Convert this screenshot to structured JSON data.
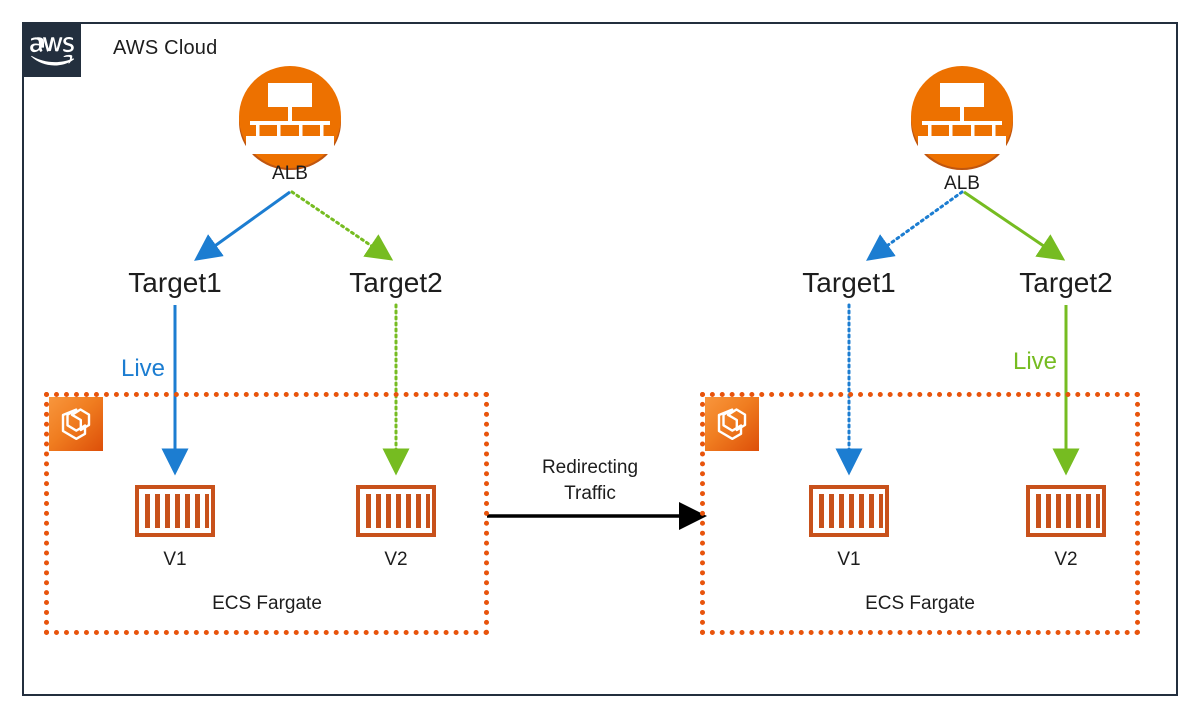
{
  "diagram": {
    "title": "AWS Cloud",
    "frame": {
      "logo_name": "aws-logo",
      "cloud_label": "AWS Cloud",
      "border_color": "#232F3E",
      "badge_color": "#232F3E"
    },
    "colors": {
      "blue": "#1C7DD1",
      "green": "#76BC21",
      "orange_dotted": "#E8540C",
      "container_orange": "#C8511B",
      "alb_orange": "#ED7100",
      "black": "#000000"
    },
    "transition": {
      "label_line1": "Redirecting",
      "label_line2": "Traffic",
      "arrow_color": "#000000",
      "direction": "left-to-right"
    },
    "stages": [
      {
        "id": "before",
        "alb": {
          "label": "ALB",
          "icon": "load-balancer-icon"
        },
        "targets": [
          {
            "label": "Target1",
            "link_style": "solid",
            "link_color": "#1C7DD1"
          },
          {
            "label": "Target2",
            "link_style": "dotted",
            "link_color": "#76BC21"
          }
        ],
        "live": {
          "label": "Live",
          "color": "#1C7DD1",
          "on_target": "Target1"
        },
        "fargate": {
          "label": "ECS Fargate",
          "badge_icon": "ecs-fargate-icon",
          "tasks": [
            {
              "label": "V1",
              "icon": "container-icon",
              "link_style": "solid",
              "link_color": "#1C7DD1"
            },
            {
              "label": "V2",
              "icon": "container-icon",
              "link_style": "dotted",
              "link_color": "#76BC21"
            }
          ]
        }
      },
      {
        "id": "after",
        "alb": {
          "label": "ALB",
          "icon": "load-balancer-icon"
        },
        "targets": [
          {
            "label": "Target1",
            "link_style": "dotted",
            "link_color": "#1C7DD1"
          },
          {
            "label": "Target2",
            "link_style": "solid",
            "link_color": "#76BC21"
          }
        ],
        "live": {
          "label": "Live",
          "color": "#76BC21",
          "on_target": "Target2"
        },
        "fargate": {
          "label": "ECS Fargate",
          "badge_icon": "ecs-fargate-icon",
          "tasks": [
            {
              "label": "V1",
              "icon": "container-icon",
              "link_style": "dotted",
              "link_color": "#1C7DD1"
            },
            {
              "label": "V2",
              "icon": "container-icon",
              "link_style": "solid",
              "link_color": "#76BC21"
            }
          ]
        }
      }
    ]
  }
}
